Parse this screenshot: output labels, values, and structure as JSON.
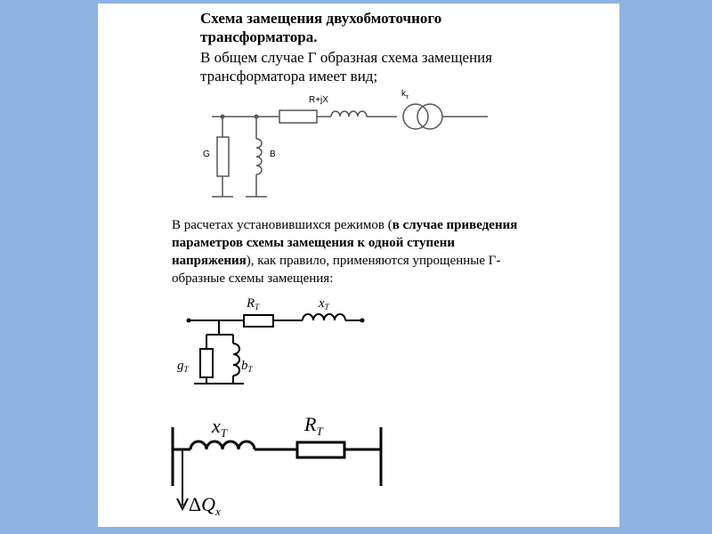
{
  "heading": {
    "title_line1": "Схема замещения двухобмоточного",
    "title_line2": "трансформатора.",
    "body_line1": "В общем случае Г образная схема замещения",
    "body_line2": "трансформатора имеет вид;"
  },
  "circuit1": {
    "series_label": "R+jX",
    "transformer_label": "k",
    "transformer_sub": "т",
    "conductance_label": "G",
    "susceptance_label": "B"
  },
  "paragraph": {
    "p1_normal": "В расчетах установившихся режимов (",
    "p1_bold": "в случае приведения",
    "p2_bold": "параметров схемы замещения к одной ступени",
    "p3_bold": "напряжения",
    "p3_normal": "), как правило,  применяются упрощенные Г-",
    "p4_normal": "образные схемы замещения:"
  },
  "circuit2": {
    "R": "R",
    "R_sub": "T",
    "x": "x",
    "x_sub": "T",
    "g": "g",
    "g_sub": "T",
    "b": "b",
    "b_sub": "T"
  },
  "circuit3": {
    "x": "x",
    "x_sub": "T",
    "R": "R",
    "R_sub": "T",
    "dq_delta": "Δ",
    "dq_Q": "Q",
    "dq_sub": "x"
  }
}
